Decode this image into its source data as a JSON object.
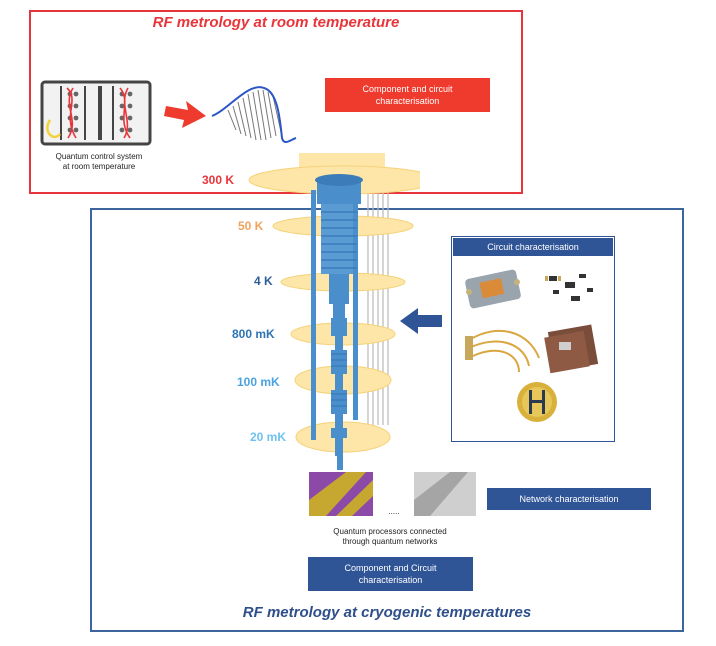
{
  "top_section": {
    "title": "RF metrology at room temperature",
    "system_caption_line1": "Quantum control system",
    "system_caption_line2": "at room temperature",
    "component_button_line1": "Component and circuit",
    "component_button_line2": "characterisation"
  },
  "temperatures": [
    {
      "label": "300 K",
      "color": "#e8353b"
    },
    {
      "label": "50 K",
      "color": "#f0a35e"
    },
    {
      "label": "4 K",
      "color": "#2e5e9a"
    },
    {
      "label": "800 mK",
      "color": "#2e74b5"
    },
    {
      "label": "100 mK",
      "color": "#4aa3df"
    },
    {
      "label": "20 mK",
      "color": "#6ec3f0"
    }
  ],
  "bottom_section": {
    "title": "RF metrology at cryogenic temperatures",
    "circuit_panel_title": "Circuit characterisation",
    "network_button": "Network characterisation",
    "processors_caption_line1": "Quantum processors connected",
    "processors_caption_line2": "through quantum networks",
    "ellipsis": ".....",
    "component_button_line1": "Component and Circuit",
    "component_button_line2": "characterisation"
  },
  "colors": {
    "red": "#e8353b",
    "blue": "#2f5597",
    "plate": "#fde6a8",
    "cryostat": "#4a8fcb"
  }
}
